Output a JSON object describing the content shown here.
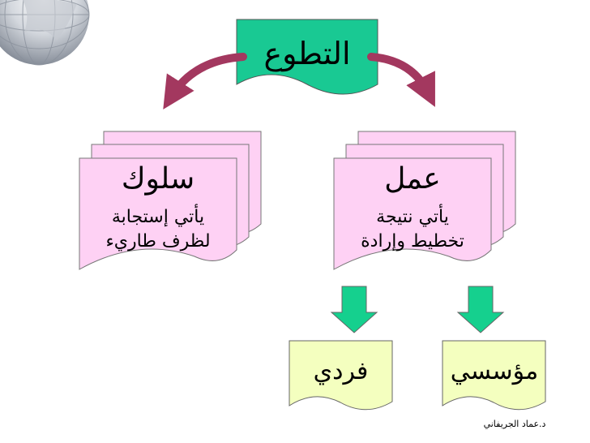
{
  "title": "التطوع",
  "cards": {
    "left": {
      "heading": "سلوك",
      "line1": "يأتي إستجابة",
      "line2": "لظرف طاريء"
    },
    "right": {
      "heading": "عمل",
      "line1": "يأتي نتيجة",
      "line2": "تخطيط وإرادة"
    }
  },
  "boxes": {
    "individual": "فردي",
    "institutional": "مؤسسي"
  },
  "footer": "د.عماد الجريفاني",
  "colors": {
    "title_fill": "#19c993",
    "card_fill": "#fed1f4",
    "green_box_fill": "#f4ffbf",
    "curved_arrow": "#a3385f",
    "down_arrow": "#15d08e"
  },
  "icons": {
    "corner": "globe-icon"
  }
}
